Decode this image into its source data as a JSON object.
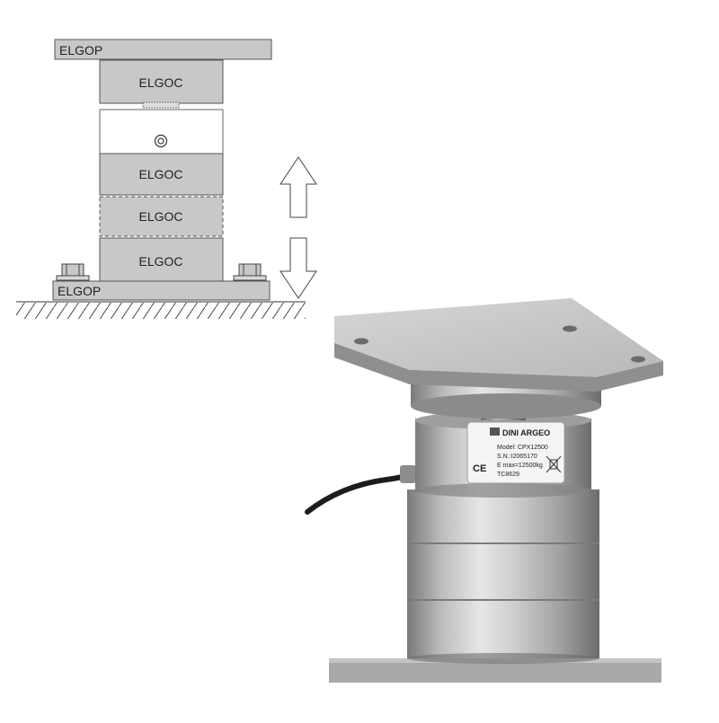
{
  "diagram": {
    "top_plate_label": "ELGOP",
    "top_cap_label": "ELGOC",
    "module_1_label": "ELGOC",
    "module_2_label": "ELGOC",
    "module_3_label": "ELGOC",
    "base_plate_label": "ELGOP"
  },
  "label_plate": {
    "brand": "DINI ARGEO",
    "model": "Model: CPX12500",
    "serial": "S.N.:I2065170",
    "emax": "E max=12500kg",
    "cert": "TC8629",
    "ce_mark": "CE",
    "disposal_icon": "crossed-bin-icon"
  },
  "colors": {
    "block_fill": "#c8c8c8",
    "outline": "#666666",
    "background": "#ffffff"
  }
}
